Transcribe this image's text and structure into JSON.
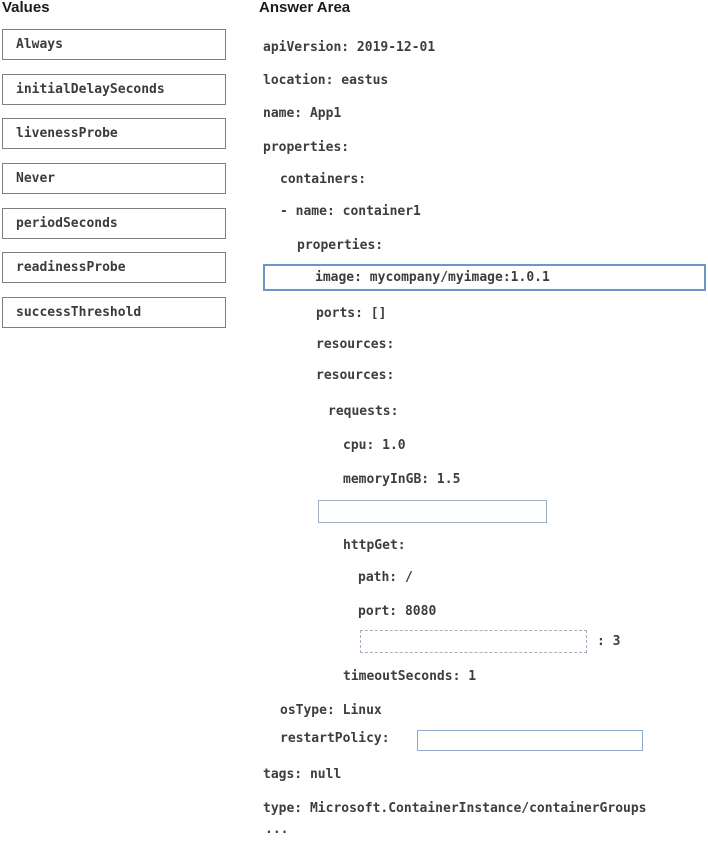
{
  "values_panel": {
    "title": "Values",
    "items": [
      "Always",
      "initialDelaySeconds",
      "livenessProbe",
      "Never",
      "periodSeconds",
      "readinessProbe",
      "successThreshold"
    ]
  },
  "answer_area": {
    "title": "Answer Area",
    "lines": [
      {
        "text": "apiVersion: 2019-12-01"
      },
      {
        "text": "location: eastus"
      },
      {
        "text": "name: App1"
      },
      {
        "text": "properties:"
      },
      {
        "text": "containers:"
      },
      {
        "text": "- name: container1"
      },
      {
        "text": "properties:"
      },
      {
        "text": "image: mycompany/myimage:1.0.1"
      },
      {
        "text": "ports: []"
      },
      {
        "text": "resources:"
      },
      {
        "text": "resources:"
      },
      {
        "text": "requests:"
      },
      {
        "text": "cpu: 1.0"
      },
      {
        "text": "memoryInGB: 1.5"
      },
      {
        "text": ""
      },
      {
        "text": "httpGet:"
      },
      {
        "text": "path: /"
      },
      {
        "text": "port: 8080"
      },
      {
        "text": "",
        "suffix": ": 3"
      },
      {
        "text": "timeoutSeconds: 1"
      },
      {
        "text": "osType: Linux"
      },
      {
        "text": "restartPolicy:",
        "value": ""
      },
      {
        "text": "tags: null"
      },
      {
        "text": "type: Microsoft.ContainerInstance/containerGroups"
      },
      {
        "text": "..."
      }
    ]
  },
  "colors": {
    "filled_drop_border": "#6f94c6",
    "solid_drop_border": "#a2adc6",
    "dashed_drop_border": "#a6b0bd",
    "restart_drop_border": "#8fa9c9",
    "value_box_border": "#7e7e7e",
    "text": "#3d3d3d"
  }
}
